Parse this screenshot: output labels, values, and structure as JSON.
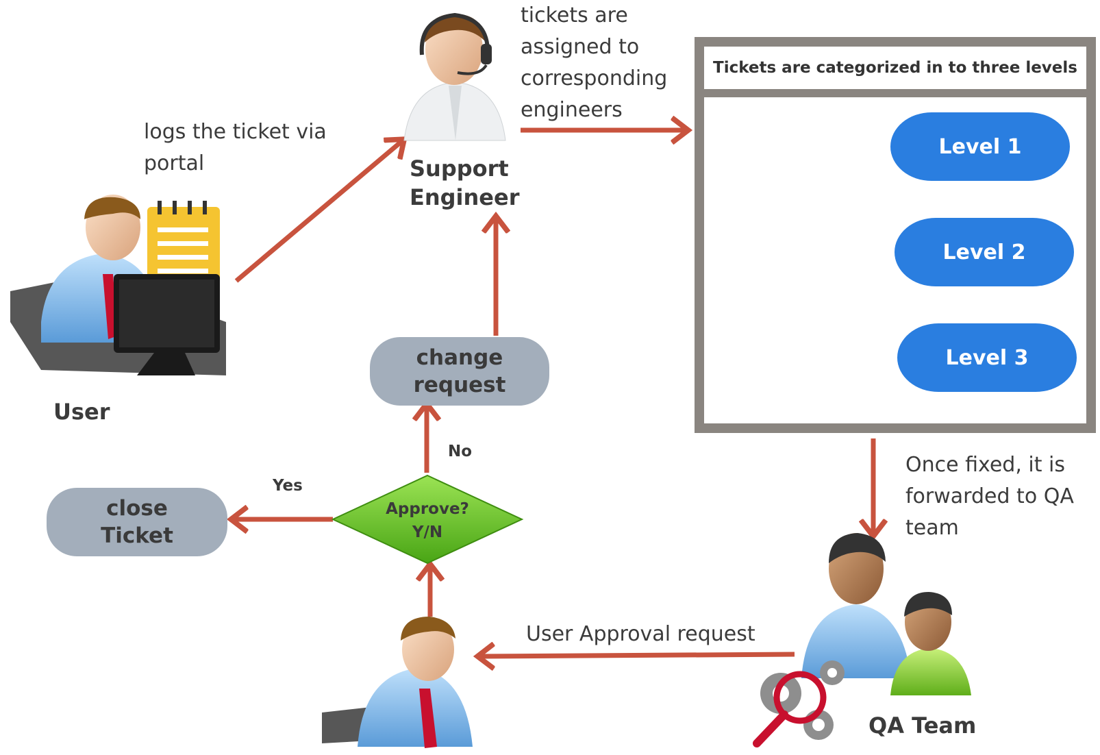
{
  "user_label": "User",
  "log_ticket_label": [
    "logs the ticket via",
    "portal"
  ],
  "support_engineer_label": [
    "Support",
    "Engineer"
  ],
  "assigned_label": [
    "tickets are",
    "assigned to",
    "corresponding",
    "engineers"
  ],
  "categorize_title": "Tickets are categorized in to three levels",
  "levels": [
    "Level 1",
    "Level 2",
    "Level 3"
  ],
  "fixed_label": [
    "Once fixed, it is",
    "forwarded to QA",
    "team"
  ],
  "qa_team_label": "QA Team",
  "approval_request_label": "User Approval request",
  "decision": [
    "Approve?",
    "Y/N"
  ],
  "yes_label": "Yes",
  "no_label": "No",
  "close_ticket": [
    "close",
    "Ticket"
  ],
  "change_request": [
    "change",
    "request"
  ],
  "colors": {
    "arrow": "#c8533e",
    "level_fill": "#2a7ee0",
    "pill_fill": "#a3aebb",
    "diamond_fill": "#6fcf2c",
    "frame": "#8a8580"
  },
  "icons": [
    "user-at-computer-icon",
    "notepad-icon",
    "support-engineer-headset-icon",
    "team-group-icon",
    "qa-team-icon",
    "gear-icon",
    "magnifier-icon",
    "approving-user-icon"
  ]
}
